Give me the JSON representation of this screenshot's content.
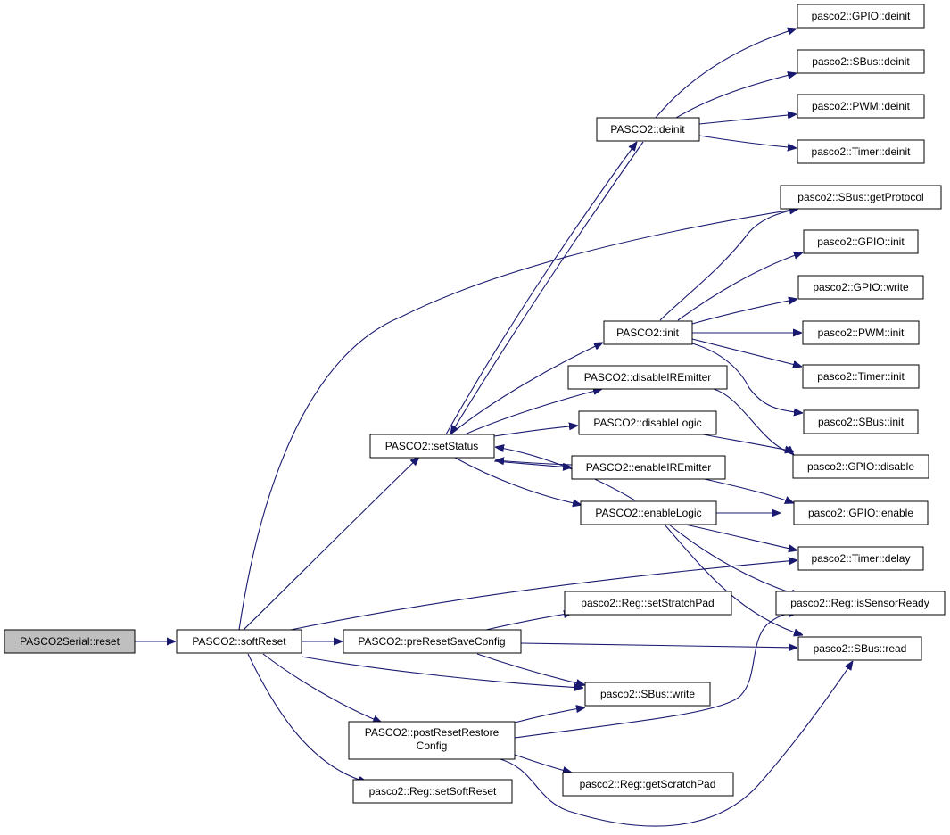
{
  "diagram": {
    "nodes": [
      {
        "id": "n0",
        "label": "PASCO2Serial::reset",
        "root": true
      },
      {
        "id": "n1",
        "label": "PASCO2::softReset"
      },
      {
        "id": "n2",
        "label": "PASCO2::setStatus"
      },
      {
        "id": "n3",
        "label": "PASCO2::preResetSaveConfig"
      },
      {
        "id": "n4",
        "label": "PASCO2::postResetRestore",
        "label2": "Config"
      },
      {
        "id": "n5",
        "label": "pasco2::Reg::setSoftReset"
      },
      {
        "id": "n6",
        "label": "PASCO2::deinit"
      },
      {
        "id": "n7",
        "label": "PASCO2::init"
      },
      {
        "id": "n8",
        "label": "PASCO2::disableIREmitter"
      },
      {
        "id": "n9",
        "label": "PASCO2::disableLogic"
      },
      {
        "id": "n10",
        "label": "PASCO2::enableIREmitter"
      },
      {
        "id": "n11",
        "label": "PASCO2::enableLogic"
      },
      {
        "id": "n12",
        "label": "pasco2::Reg::setStratchPad"
      },
      {
        "id": "n13",
        "label": "pasco2::SBus::write"
      },
      {
        "id": "n14",
        "label": "pasco2::Reg::getScratchPad"
      },
      {
        "id": "n15",
        "label": "pasco2::GPIO::deinit"
      },
      {
        "id": "n16",
        "label": "pasco2::SBus::deinit"
      },
      {
        "id": "n17",
        "label": "pasco2::PWM::deinit"
      },
      {
        "id": "n18",
        "label": "pasco2::Timer::deinit"
      },
      {
        "id": "n19",
        "label": "pasco2::SBus::getProtocol"
      },
      {
        "id": "n20",
        "label": "pasco2::GPIO::init"
      },
      {
        "id": "n21",
        "label": "pasco2::GPIO::write"
      },
      {
        "id": "n22",
        "label": "pasco2::PWM::init"
      },
      {
        "id": "n23",
        "label": "pasco2::Timer::init"
      },
      {
        "id": "n24",
        "label": "pasco2::SBus::init"
      },
      {
        "id": "n25",
        "label": "pasco2::GPIO::disable"
      },
      {
        "id": "n26",
        "label": "pasco2::GPIO::enable"
      },
      {
        "id": "n27",
        "label": "pasco2::Timer::delay"
      },
      {
        "id": "n28",
        "label": "pasco2::Reg::isSensorReady"
      },
      {
        "id": "n29",
        "label": "pasco2::SBus::read"
      }
    ],
    "edges": [
      [
        "n0",
        "n1"
      ],
      [
        "n1",
        "n2"
      ],
      [
        "n1",
        "n3"
      ],
      [
        "n1",
        "n4"
      ],
      [
        "n1",
        "n5"
      ],
      [
        "n1",
        "n13"
      ],
      [
        "n1",
        "n19"
      ],
      [
        "n1",
        "n27"
      ],
      [
        "n2",
        "n6"
      ],
      [
        "n2",
        "n7"
      ],
      [
        "n2",
        "n8"
      ],
      [
        "n2",
        "n9"
      ],
      [
        "n2",
        "n11"
      ],
      [
        "n2",
        "n10"
      ],
      [
        "n6",
        "n2"
      ],
      [
        "n10",
        "n2"
      ],
      [
        "n11",
        "n2"
      ],
      [
        "n3",
        "n12"
      ],
      [
        "n3",
        "n13"
      ],
      [
        "n3",
        "n29"
      ],
      [
        "n4",
        "n13"
      ],
      [
        "n4",
        "n14"
      ],
      [
        "n4",
        "n28"
      ],
      [
        "n4",
        "n29"
      ],
      [
        "n6",
        "n15"
      ],
      [
        "n6",
        "n16"
      ],
      [
        "n6",
        "n17"
      ],
      [
        "n6",
        "n18"
      ],
      [
        "n7",
        "n19"
      ],
      [
        "n7",
        "n20"
      ],
      [
        "n7",
        "n21"
      ],
      [
        "n7",
        "n22"
      ],
      [
        "n7",
        "n23"
      ],
      [
        "n7",
        "n24"
      ],
      [
        "n8",
        "n25"
      ],
      [
        "n9",
        "n25"
      ],
      [
        "n10",
        "n26"
      ],
      [
        "n11",
        "n26"
      ],
      [
        "n11",
        "n27"
      ],
      [
        "n11",
        "n28"
      ],
      [
        "n11",
        "n29"
      ]
    ]
  }
}
